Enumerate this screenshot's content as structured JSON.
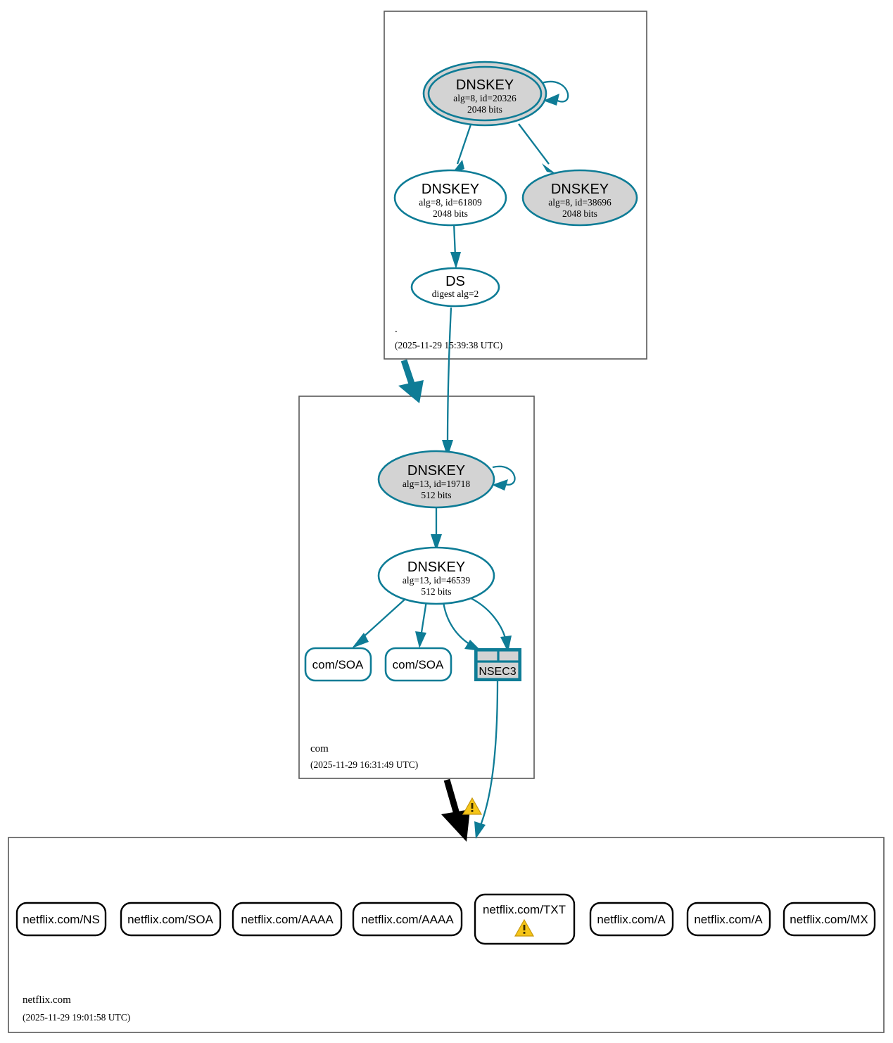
{
  "diagram": {
    "type": "dnssec-authentication-chain",
    "accent_color": "#0e7c96",
    "warning_color": "#f5c518",
    "gray_fill": "#d3d3d3"
  },
  "zones": [
    {
      "id": "root",
      "label": ".",
      "timestamp": "(2025-11-29 15:39:38 UTC)"
    },
    {
      "id": "com",
      "label": "com",
      "timestamp": "(2025-11-29 16:31:49 UTC)"
    },
    {
      "id": "netflix",
      "label": "netflix.com",
      "timestamp": "(2025-11-29 19:01:58 UTC)"
    }
  ],
  "root_nodes": {
    "ksk": {
      "title": "DNSKEY",
      "line2": "alg=8, id=20326",
      "line3": "2048 bits"
    },
    "zsk": {
      "title": "DNSKEY",
      "line2": "alg=8, id=61809",
      "line3": "2048 bits"
    },
    "other_key": {
      "title": "DNSKEY",
      "line2": "alg=8, id=38696",
      "line3": "2048 bits"
    },
    "ds": {
      "title": "DS",
      "line2": "digest alg=2"
    }
  },
  "com_nodes": {
    "ksk": {
      "title": "DNSKEY",
      "line2": "alg=13, id=19718",
      "line3": "512 bits"
    },
    "zsk": {
      "title": "DNSKEY",
      "line2": "alg=13, id=46539",
      "line3": "512 bits"
    },
    "soa_1": {
      "label": "com/SOA"
    },
    "soa_2": {
      "label": "com/SOA"
    },
    "nsec3": {
      "label": "NSEC3"
    }
  },
  "netflix_records": [
    {
      "label": "netflix.com/NS",
      "warning": false
    },
    {
      "label": "netflix.com/SOA",
      "warning": false
    },
    {
      "label": "netflix.com/AAAA",
      "warning": false
    },
    {
      "label": "netflix.com/AAAA",
      "warning": false
    },
    {
      "label": "netflix.com/TXT",
      "warning": true
    },
    {
      "label": "netflix.com/A",
      "warning": false
    },
    {
      "label": "netflix.com/A",
      "warning": false
    },
    {
      "label": "netflix.com/MX",
      "warning": false
    }
  ],
  "delegation_warning": {
    "name": "insecure-delegation-warning",
    "visible": true
  }
}
